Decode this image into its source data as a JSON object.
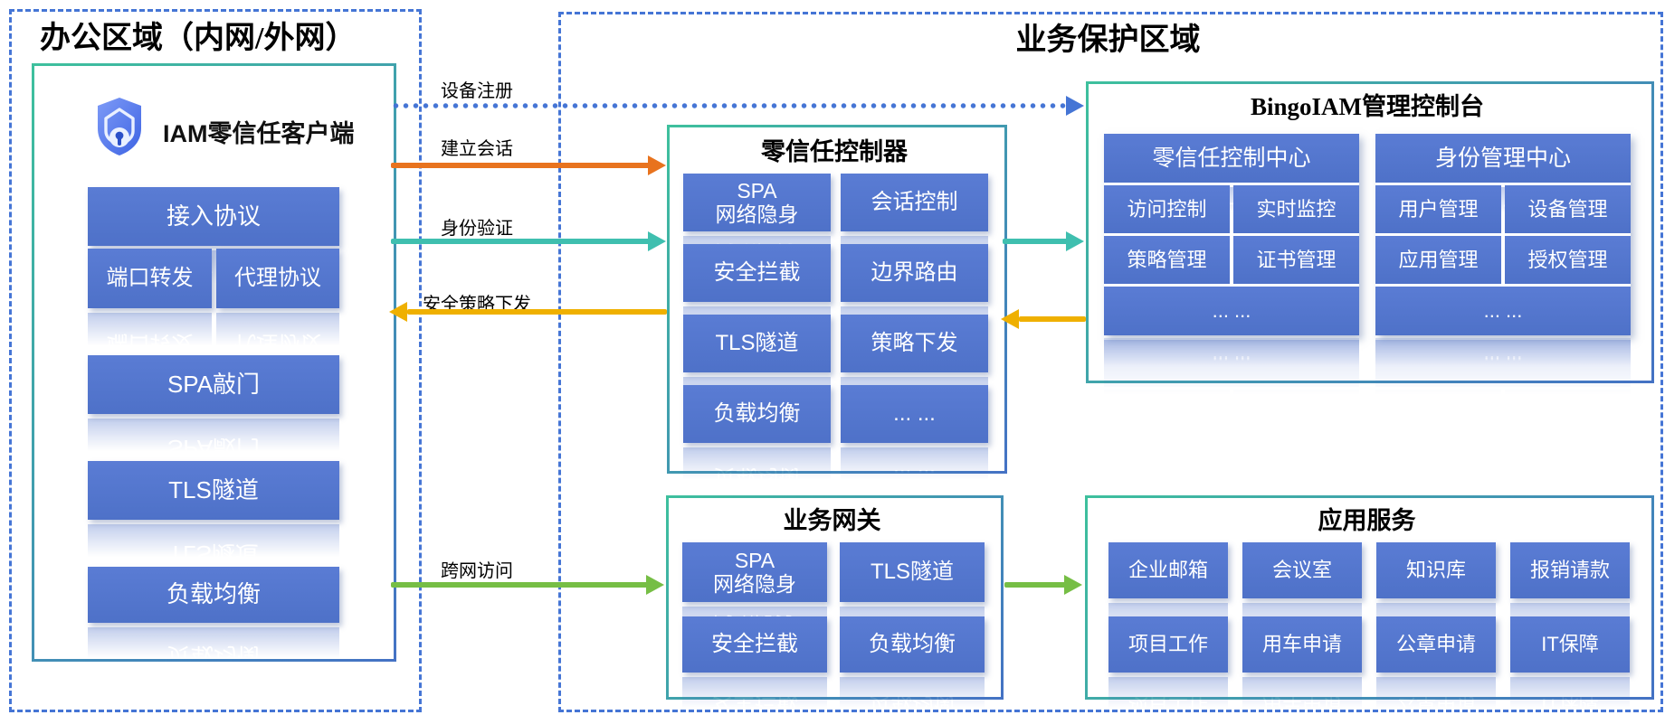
{
  "regions": {
    "office": {
      "title": "办公区域（内网/外网）"
    },
    "protection": {
      "title": "业务保护区域"
    }
  },
  "client": {
    "title": "IAM零信任客户端",
    "icon": "shield-lock-icon",
    "cells": {
      "access": "接入协议",
      "port": "端口转发",
      "proxy": "代理协议",
      "spa": "SPA敲门",
      "tls": "TLS隧道",
      "lb": "负载均衡"
    }
  },
  "controller": {
    "title": "零信任控制器",
    "cells": [
      "SPA\n网络隐身",
      "会话控制",
      "安全拦截",
      "边界路由",
      "TLS隧道",
      "策略下发",
      "负载均衡",
      "... ..."
    ]
  },
  "console": {
    "title": "BingoIAM管理控制台",
    "panels": [
      {
        "title": "零信任控制中心",
        "cells": [
          "访问控制",
          "实时监控",
          "策略管理",
          "证书管理"
        ],
        "more": "... ..."
      },
      {
        "title": "身份管理中心",
        "cells": [
          "用户管理",
          "设备管理",
          "应用管理",
          "授权管理"
        ],
        "more": "... ..."
      }
    ]
  },
  "gateway": {
    "title": "业务网关",
    "cells": [
      "SPA\n网络隐身",
      "TLS隧道",
      "安全拦截",
      "负载均衡"
    ]
  },
  "apps": {
    "title": "应用服务",
    "cells": [
      "企业邮箱",
      "会议室",
      "知识库",
      "报销请款",
      "项目工作",
      "用车申请",
      "公章申请",
      "IT保障"
    ]
  },
  "flows": {
    "register": "设备注册",
    "session": "建立会话",
    "auth": "身份验证",
    "policy": "安全策略下发",
    "cross": "跨网访问"
  },
  "colors": {
    "cell_blue": "#5578CE",
    "dashed_blue": "#4575D5",
    "border_teal": "#3EC09D",
    "border_blue": "#4472C4",
    "arrow_orange": "#E8731E",
    "arrow_teal": "#3FBFAF",
    "arrow_yellow": "#EFB000",
    "arrow_green": "#76BE45"
  }
}
